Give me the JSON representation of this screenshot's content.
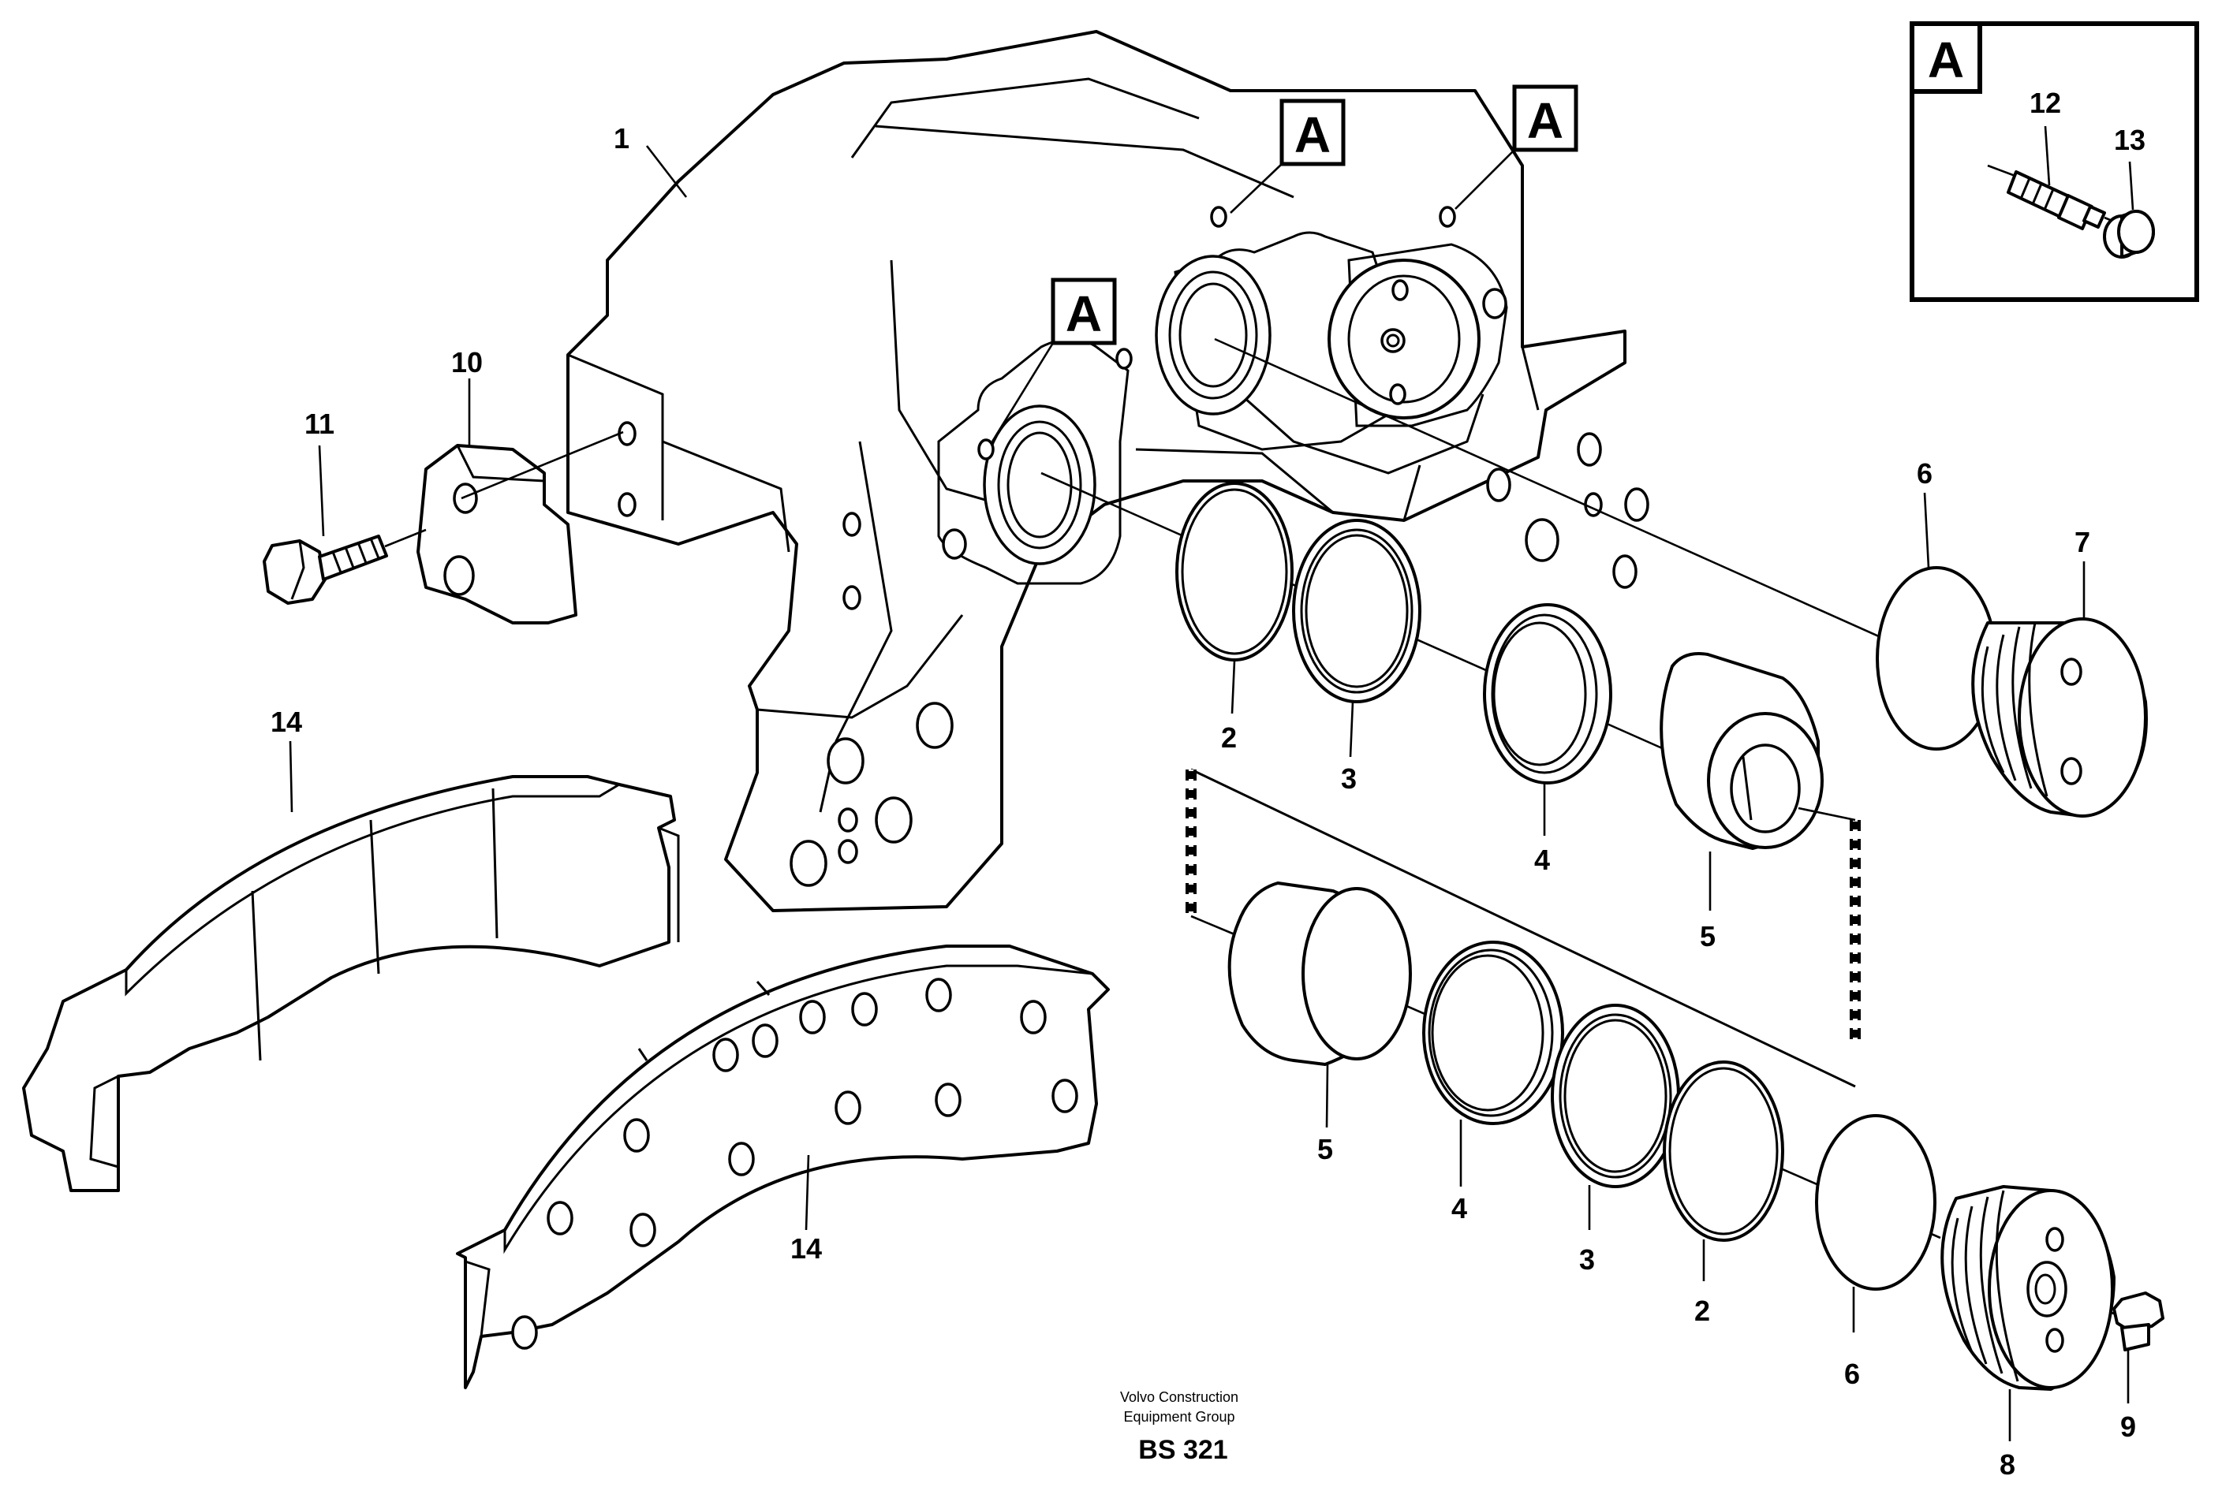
{
  "callout_letter": "A",
  "labels": {
    "p1": "1",
    "p2a": "2",
    "p2b": "2",
    "p3a": "3",
    "p3b": "3",
    "p4a": "4",
    "p4b": "4",
    "p5a": "5",
    "p5b": "5",
    "p6a": "6",
    "p6b": "6",
    "p7": "7",
    "p8": "8",
    "p9": "9",
    "p10": "10",
    "p11": "11",
    "p12": "12",
    "p13": "13",
    "p14a": "14",
    "p14b": "14"
  },
  "footer": {
    "company_line1": "Volvo Construction",
    "company_line2": "Equipment Group",
    "drawing_code": "BS 321"
  }
}
